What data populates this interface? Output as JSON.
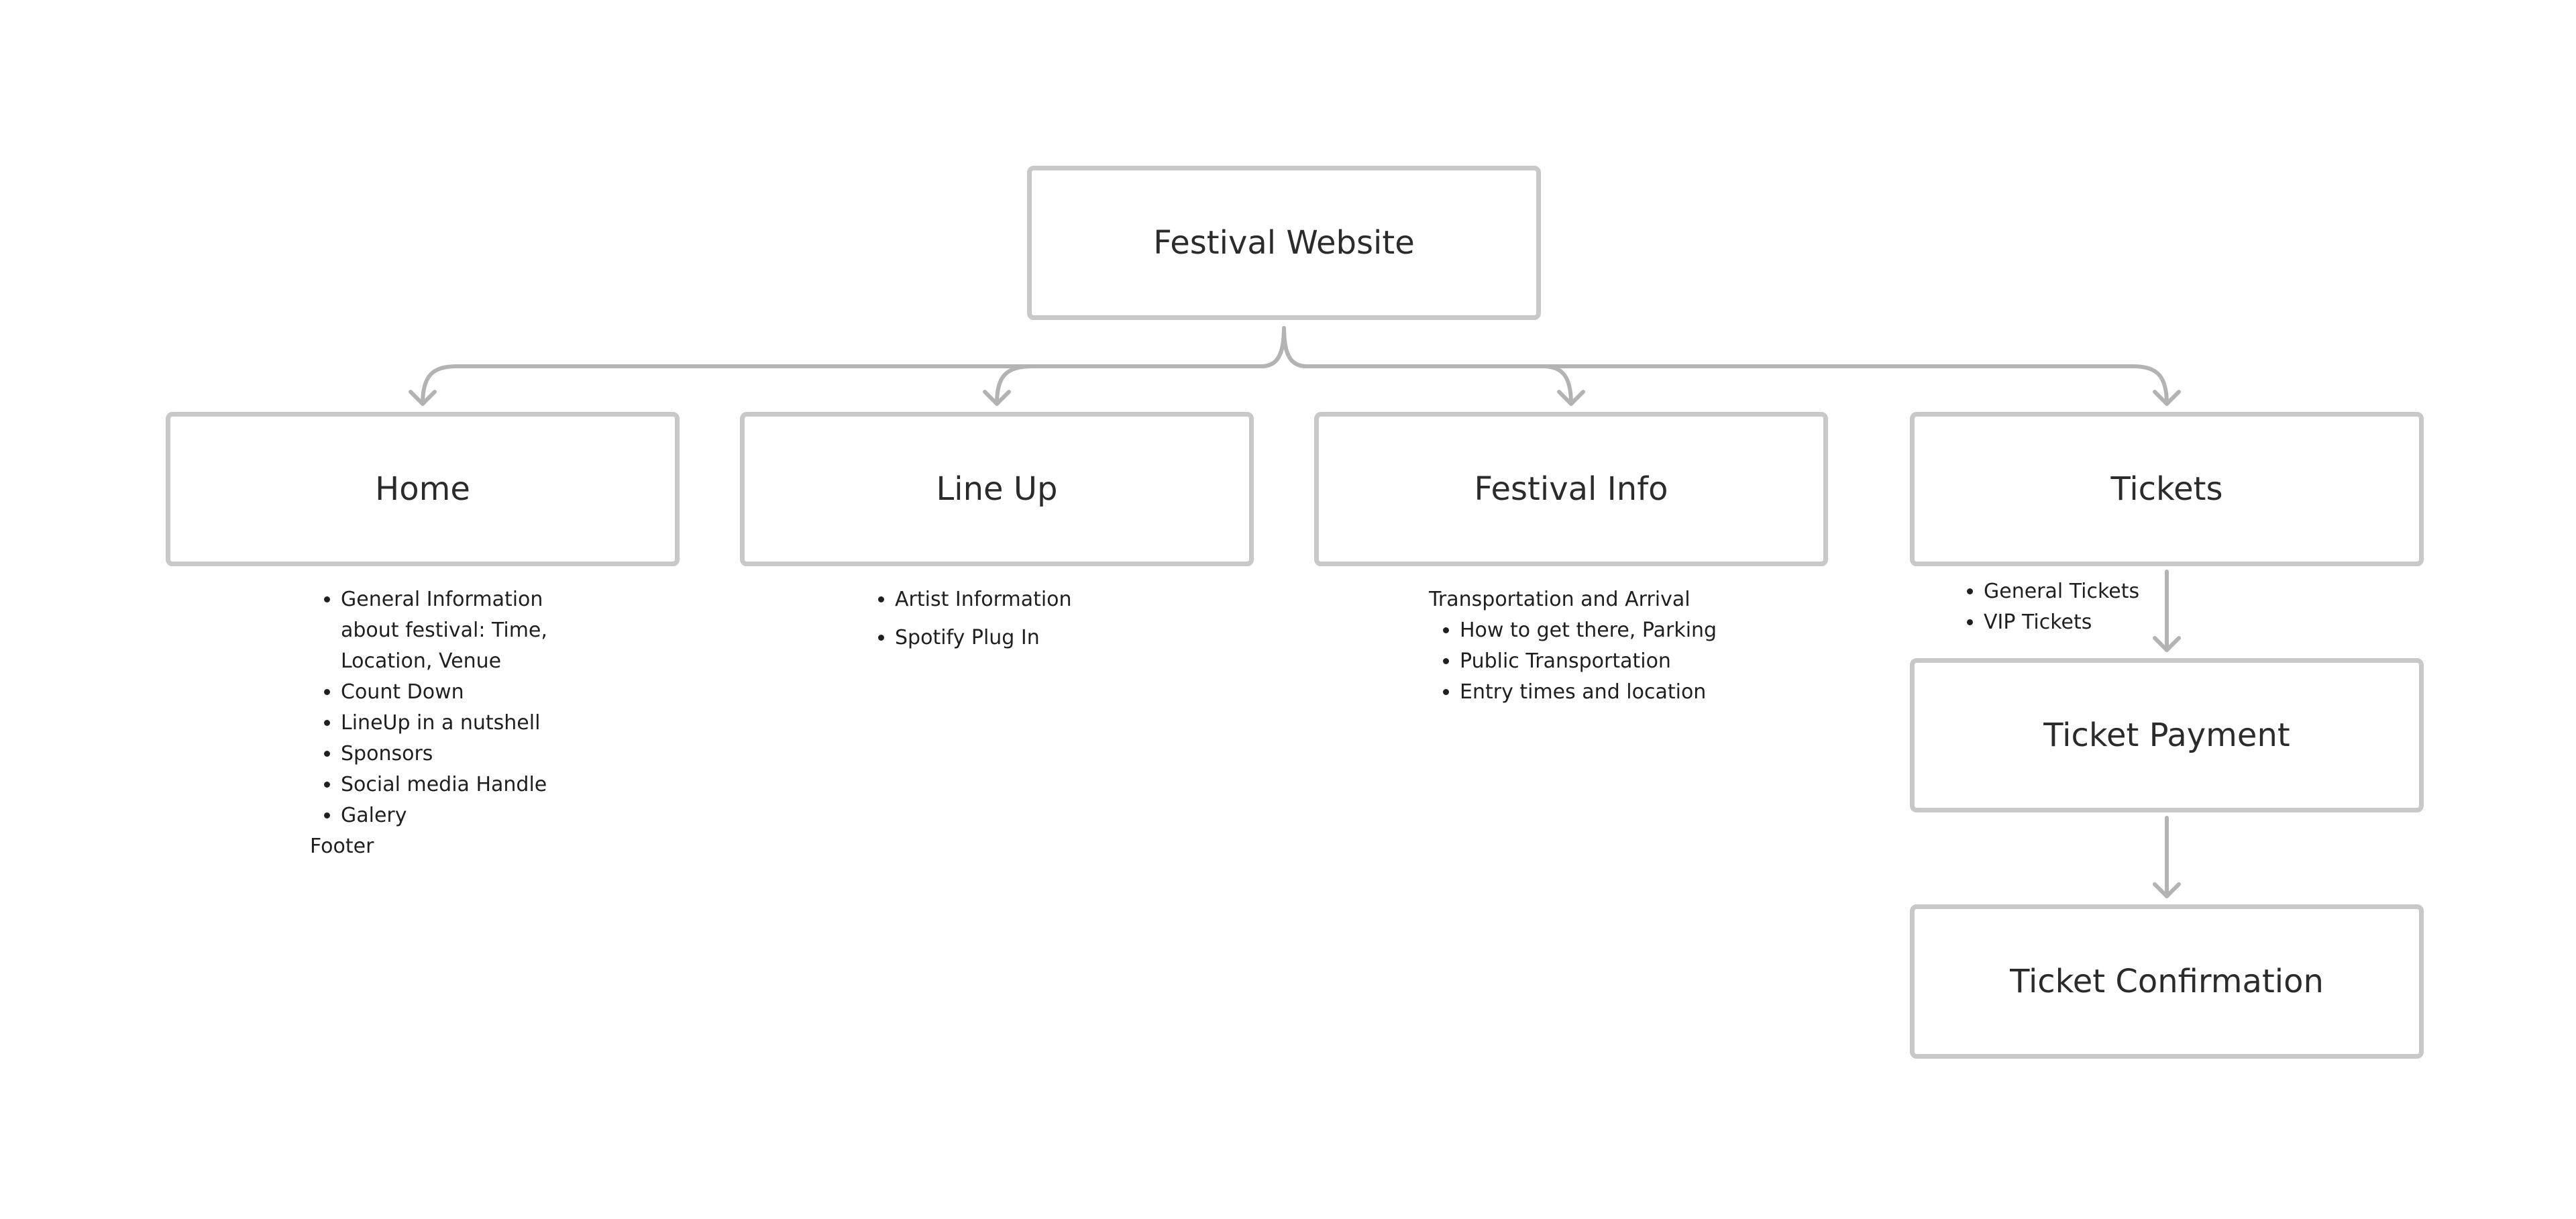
{
  "diagram": {
    "root": {
      "label": "Festival Website"
    },
    "pages": {
      "home": {
        "label": "Home",
        "items": [
          "General Information about festival: Time, Location, Venue",
          "Count Down",
          "LineUp in a nutshell",
          "Sponsors",
          "Social media Handle",
          "Galery"
        ],
        "trailing_text": "Footer"
      },
      "line_up": {
        "label": "Line Up",
        "items": [
          "Artist Information",
          "Spotify Plug In"
        ]
      },
      "festival_info": {
        "label": "Festival Info",
        "heading": "Transportation and Arrival",
        "items": [
          "How to get there, Parking",
          "Public Transportation",
          "Entry times and location"
        ]
      },
      "tickets": {
        "label": "Tickets",
        "items": [
          "General Tickets",
          "VIP Tickets"
        ]
      },
      "ticket_payment": {
        "label": "Ticket Payment"
      },
      "ticket_confirmation": {
        "label": "Ticket Confirmation"
      }
    },
    "colors": {
      "node_border": "#c8c8c8",
      "connector": "#b3b3b3",
      "text": "#2b2b2b",
      "background": "#ffffff"
    }
  }
}
